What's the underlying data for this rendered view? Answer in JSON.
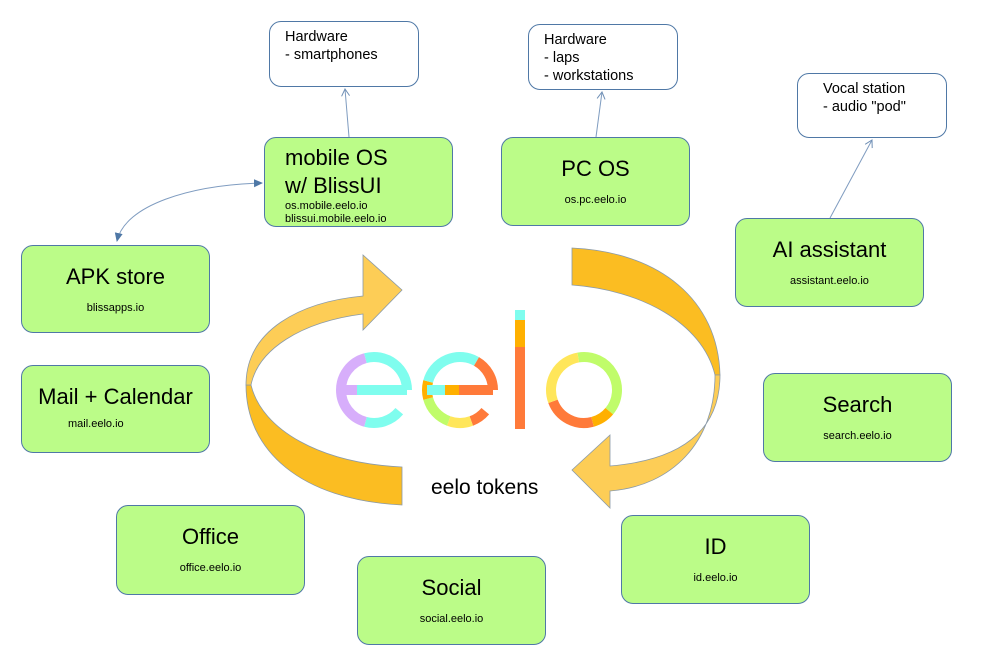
{
  "hardware_boxes": [
    {
      "lines": [
        "Hardware",
        "- smartphones"
      ]
    },
    {
      "lines": [
        "Hardware",
        "- laps",
        "- workstations"
      ]
    },
    {
      "lines": [
        "Vocal station",
        "- audio \"pod\""
      ]
    }
  ],
  "services": {
    "mobile_os": {
      "title_lines": [
        "mobile OS",
        "w/ BlissUI"
      ],
      "domains": [
        "os.mobile.eelo.io",
        "blissui.mobile.eelo.io"
      ]
    },
    "pc_os": {
      "title": "PC OS",
      "domain": "os.pc.eelo.io"
    },
    "ai_assistant": {
      "title": "AI assistant",
      "domain": "assistant.eelo.io"
    },
    "apk_store": {
      "title": "APK store",
      "domain": "blissapps.io"
    },
    "mail_calendar": {
      "title": "Mail + Calendar",
      "domain": "mail.eelo.io"
    },
    "search": {
      "title": "Search",
      "domain": "search.eelo.io"
    },
    "office": {
      "title": "Office",
      "domain": "office.eelo.io"
    },
    "social": {
      "title": "Social",
      "domain": "social.eelo.io"
    },
    "id": {
      "title": "ID",
      "domain": "id.eelo.io"
    }
  },
  "logo_text": "eelo",
  "center_label": "eelo tokens",
  "colors": {
    "box_fill": "#bbfc88",
    "border": "#4f78a6",
    "arrow_dark": "#fbbd22",
    "arrow_light": "#fdcd56",
    "cyan": "#7ffdee",
    "purple": "#d7aefb",
    "orange": "#ff7a3a",
    "gold": "#ffb000",
    "green": "#c0fc6a",
    "yellow": "#ffe65a"
  }
}
